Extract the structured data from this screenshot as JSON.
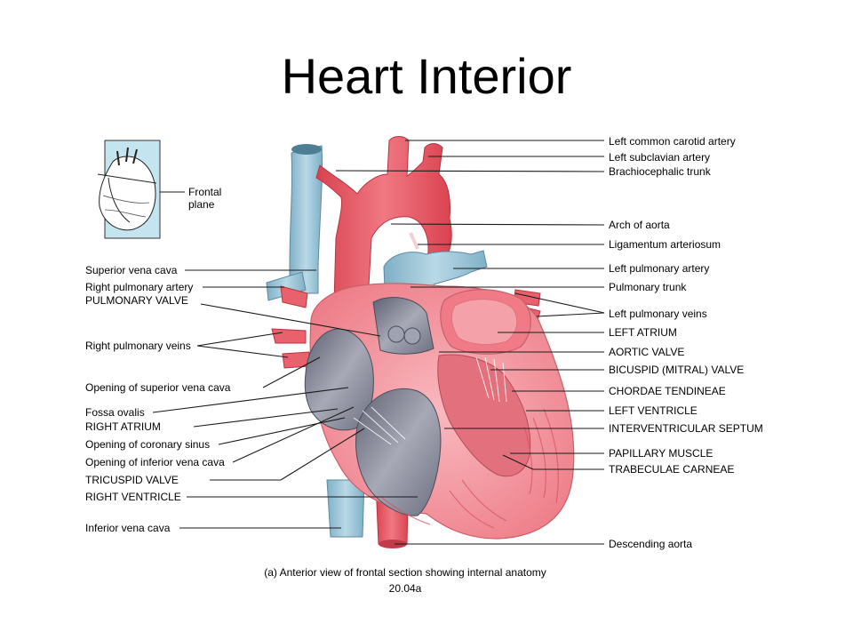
{
  "title": "Heart Interior",
  "inset": {
    "label": "Frontal plane"
  },
  "labels_left": [
    "Superior vena cava",
    "Right pulmonary artery",
    "PULMONARY VALVE",
    "Right pulmonary veins",
    "Opening of superior vena cava",
    "Fossa ovalis",
    "RIGHT ATRIUM",
    "Opening of coronary sinus",
    "Opening of inferior vena cava",
    "TRICUSPID VALVE",
    "RIGHT VENTRICLE",
    "Inferior vena cava"
  ],
  "labels_right": [
    "Left common carotid artery",
    "Left subclavian artery",
    "Brachiocephalic trunk",
    "Arch of aorta",
    "Ligamentum arteriosum",
    "Left pulmonary artery",
    "Pulmonary trunk",
    "Left pulmonary veins",
    "LEFT ATRIUM",
    "AORTIC VALVE",
    "BICUSPID (MITRAL) VALVE",
    "CHORDAE TENDINEAE",
    "LEFT VENTRICLE",
    "INTERVENTRICULAR SEPTUM",
    "PAPILLARY MUSCLE",
    "TRABECULAE CARNEAE",
    "Descending aorta"
  ],
  "caption": "(a) Anterior view of frontal section showing internal anatomy",
  "figure_number": "20.04a",
  "colors": {
    "vein_blue": "#9cc3d6",
    "artery_red": "#ec5d6a",
    "muscle_pink": "#f7a3ab",
    "chamber_gray": "#7d8091",
    "inset_bg": "#c4e4ef"
  }
}
